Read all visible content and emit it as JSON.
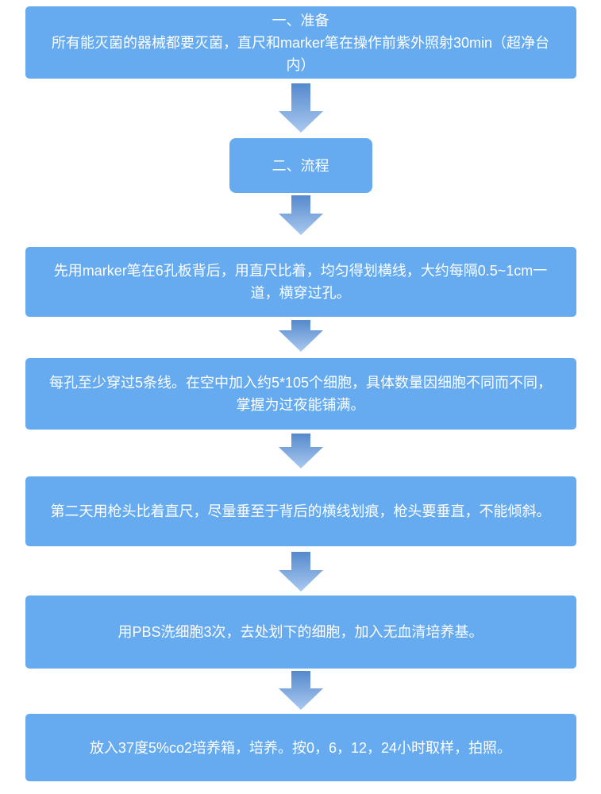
{
  "flow": {
    "steps": [
      {
        "title": "一、准备",
        "body": "所有能灭菌的器械都要灭菌，直尺和marker笔在操作前紫外照射30min（超净台内）"
      },
      {
        "title": "二、流程"
      },
      {
        "body": "先用marker笔在6孔板背后，用直尺比着，均匀得划横线，大约每隔0.5~1cm一道，横穿过孔。"
      },
      {
        "body": "每孔至少穿过5条线。在空中加入约5*105个细胞，具体数量因细胞不同而不同，掌握为过夜能铺满。"
      },
      {
        "body": "第二天用枪头比着直尺，尽量垂至于背后的横线划痕，枪头要垂直，不能倾斜。"
      },
      {
        "body": "用PBS洗细胞3次，去处划下的细胞，加入无血清培养基。"
      },
      {
        "body": "放入37度5%co2培养箱，培养。按0，6，12，24小时取样，拍照。"
      }
    ]
  },
  "colors": {
    "box_fill": "#66ABF0",
    "box_text": "#FFFFFF",
    "arrow_gradient_top": "#5589CC",
    "arrow_gradient_bottom": "#A9C9F0",
    "background": "#FFFFFF"
  }
}
